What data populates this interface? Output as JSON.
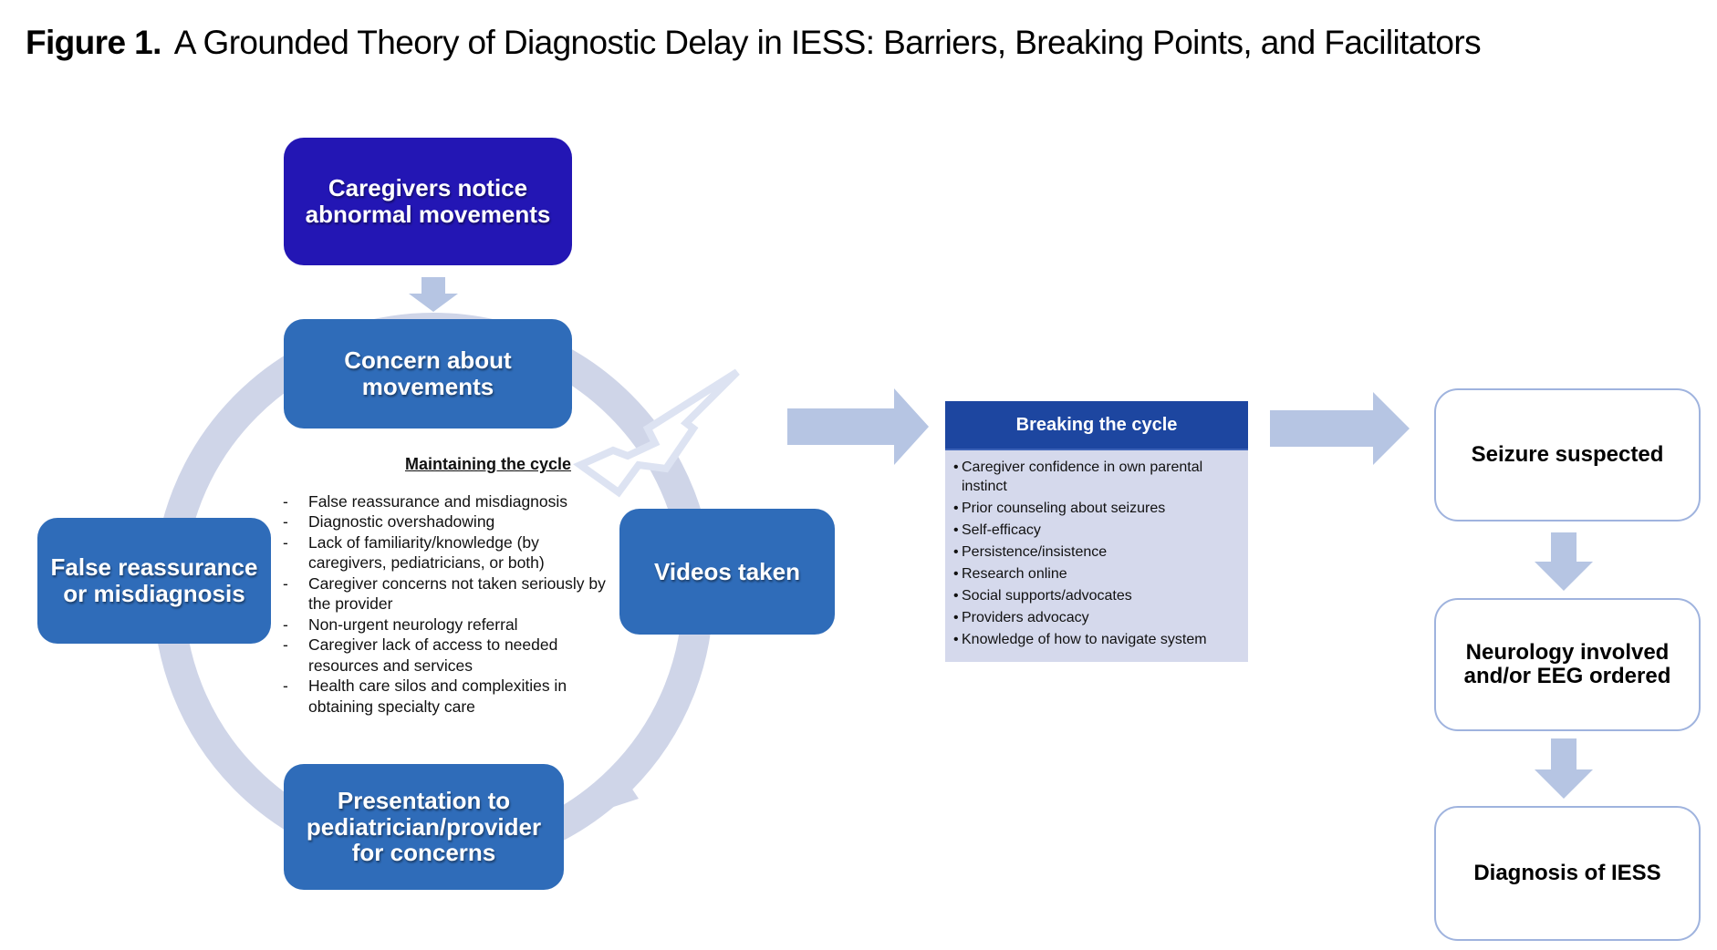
{
  "figure": {
    "label": "Figure 1.",
    "title": "A Grounded Theory of Diagnostic Delay in IESS: Barriers, Breaking Points, and Facilitators"
  },
  "cycle": {
    "start_node": "Caregivers notice abnormal movements",
    "nodes": [
      "Concern about movements",
      "Videos taken",
      "Presentation to pediatrician/provider for concerns",
      "False reassurance or misdiagnosis"
    ],
    "maintaining": {
      "heading": "Maintaining the cycle",
      "items": [
        "False reassurance and misdiagnosis",
        "Diagnostic overshadowing",
        "Lack of familiarity/knowledge (by caregivers, pediatricians, or both)",
        "Caregiver concerns not taken seriously by the provider",
        "Non-urgent neurology referral",
        "Caregiver lack of access to needed resources and services",
        "Health care silos and complexities in obtaining specialty care"
      ]
    }
  },
  "breaking": {
    "heading": "Breaking the cycle",
    "items": [
      "Caregiver confidence in own parental instinct",
      "Prior counseling about seizures",
      "Self-efficacy",
      "Persistence/insistence",
      "Research online",
      "Social supports/advocates",
      "Providers advocacy",
      "Knowledge of how to navigate system"
    ]
  },
  "outcome": {
    "steps": [
      "Seizure suspected",
      "Neurology involved and/or EEG ordered",
      "Diagnosis of IESS"
    ]
  },
  "colors": {
    "start_node": "#2316b4",
    "cycle_node": "#2f6cb9",
    "cycle_ring": "#cfd5e8",
    "arrow": "#b6c5e3",
    "breaking_header": "#1d46a0",
    "breaking_body": "#d5d9ec",
    "outcome_border": "#9fb3de"
  }
}
